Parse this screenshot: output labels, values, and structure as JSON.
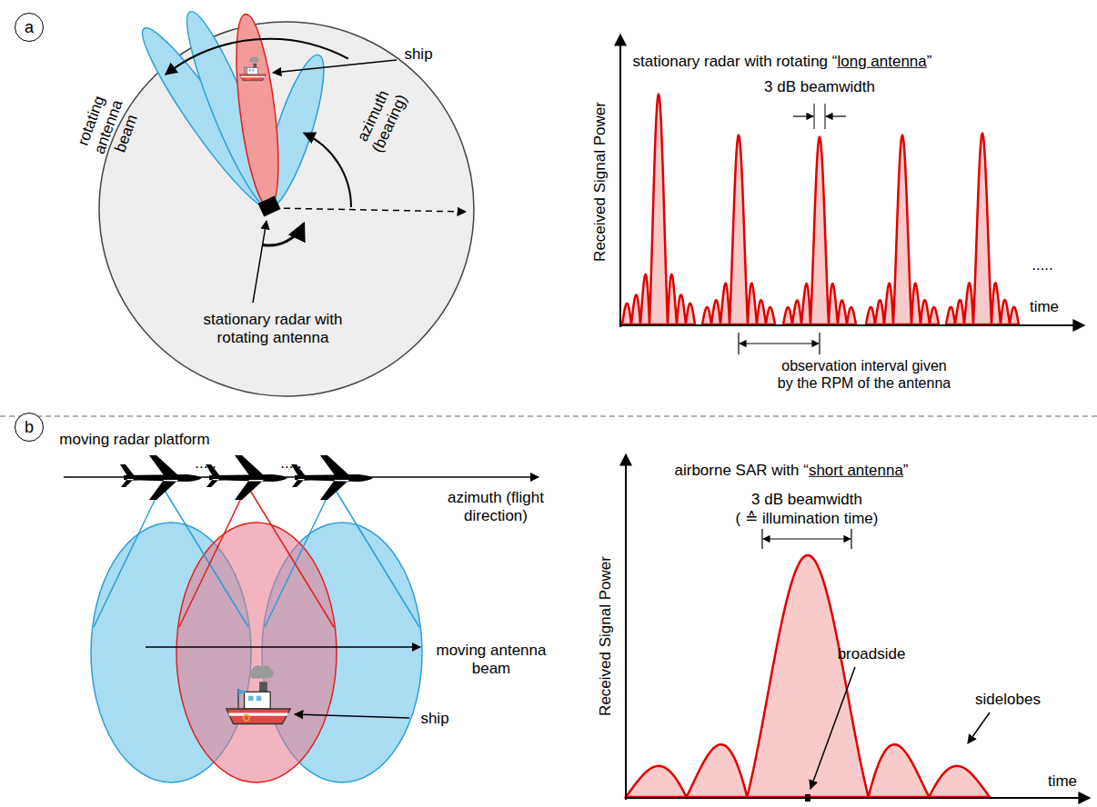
{
  "diagram": {
    "nodes": [
      {
        "text": [
          "a"
        ]
      },
      {
        "text": [
          "b"
        ]
      }
    ],
    "labels": [
      "rotating antenna beam",
      "ship",
      "azimuth (bearing)",
      "stationary radar with rotating antenna",
      "stationary radar with rotating “long antenna”",
      "3 dB beamwidth",
      "Received Signal Power",
      "time",
      ".....",
      "observation interval given by the RPM of the antenna",
      "moving radar platform",
      ".....",
      ".....",
      "azimuth (flight direction)",
      "moving antenna beam",
      "ship",
      "airborne SAR with “short antenna”",
      "3 dB beamwidth",
      "( ≙ illumination time)",
      "broadside",
      "sidelobes",
      "Received Signal Power",
      "time"
    ]
  }
}
